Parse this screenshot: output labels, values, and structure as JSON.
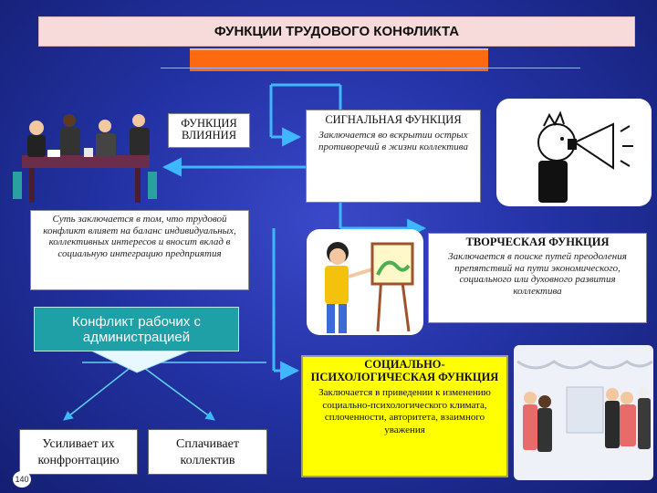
{
  "title": "ФУНКЦИИ ТРУДОВОГО КОНФЛИКТА",
  "influence": {
    "heading": "ФУНКЦИЯ ВЛИЯНИЯ",
    "text": "Суть заключается в том, что трудовой конфликт влияет на баланс индивидуальных, коллективных интересов и вносит вклад в социальную интеграцию предприятия"
  },
  "signal": {
    "heading": "СИГНАЛЬНАЯ ФУНКЦИЯ",
    "text": "Заключается во вскрытии острых противоречий в жизни коллектива"
  },
  "creative": {
    "heading": "ТВОРЧЕСКАЯ ФУНКЦИЯ",
    "text": "Заключается в поиске путей преодоления препятствий на пути экономического, социального или духовного развития коллектива"
  },
  "social": {
    "heading": "СОЦИАЛЬНО-ПСИХОЛОГИЧЕСКАЯ ФУНКЦИЯ",
    "text": "Заключается в приведении к изменению социально-психологического климата, сплоченности, авторитета, взаимного уважения"
  },
  "conflict": "Конфликт рабочих с администрацией",
  "outcomes": [
    "Усиливает их конфронтацию",
    "Сплачивает коллектив"
  ],
  "page_number": "140",
  "colors": {
    "background": "#2433a6",
    "title_bar": "#f7dada",
    "accent_orange": "#ff6a10",
    "teal": "#1f9fa6",
    "highlight_yellow": "#ffff00"
  }
}
